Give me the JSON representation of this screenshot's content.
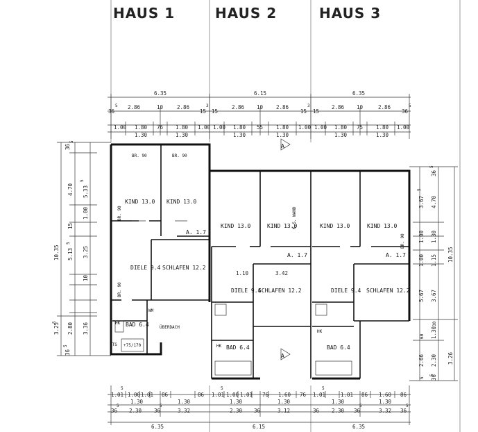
{
  "houses": [
    "HAUS 1",
    "HAUS 2",
    "HAUS 3"
  ],
  "top_dims": {
    "overall": [
      "6.35",
      "6.15",
      "6.35"
    ],
    "row2": [
      "36",
      "5",
      "2.86",
      "10",
      "2.86",
      "15",
      "3",
      "15",
      "2.86",
      "10",
      "2.86",
      "15",
      "3",
      "15",
      "2.86",
      "10",
      "2.86",
      "36",
      "5"
    ],
    "row3": [
      "1.00",
      "1.80",
      "76",
      "1.80",
      "1.00",
      "1.00",
      "1.80",
      "55",
      "1.80",
      "1.00",
      "1.00",
      "1.80",
      "75",
      "1.80",
      "1.00"
    ],
    "row4": [
      "1.30",
      "1.30",
      "1.30",
      "1.30",
      "1.30",
      "1.30"
    ]
  },
  "bottom_dims": {
    "row1": [
      "1.01",
      "5",
      "1.00",
      "1.01",
      "86",
      "86",
      "1.01",
      "5",
      "1.00",
      "1.01",
      "76",
      "1.60",
      "76",
      "1.01",
      "5",
      "1.01",
      "86",
      "1.60",
      "86"
    ],
    "row2": [
      "1.30",
      "1.30",
      "1.30",
      "1.30",
      "1.30",
      "1.30"
    ],
    "row3": [
      "36",
      "5",
      "2.30",
      "36",
      "5",
      "3.32",
      "2.30",
      "36",
      "3.12",
      "36",
      "2.30",
      "36",
      "5",
      "3.32",
      "36",
      "5"
    ],
    "overall": [
      "6.35",
      "6.15",
      "6.35"
    ]
  },
  "left_dims": [
    "36",
    "5",
    "4.70",
    "5.33",
    "5",
    "15",
    "10.35",
    "5.13",
    "5",
    "3.25",
    "10",
    "1.00",
    "3.25",
    "5",
    "2.80",
    "3.36",
    "36",
    "5"
  ],
  "right_dims": [
    "36",
    "5",
    "3.67",
    "5",
    "4.70",
    "1.00",
    "1.30",
    "10.35",
    "1.00",
    "1.15",
    "5.67",
    "3.67",
    "30",
    "60",
    "1.30",
    "2.66",
    "2.30",
    "3.26",
    "5",
    "36",
    "5"
  ],
  "rooms": {
    "h1": {
      "br1": "BR. 90",
      "br2": "BR. 90",
      "kind1": "KIND 13.0",
      "kind2": "KIND 13.0",
      "br_left": "BR. 90",
      "a17": "A. 1.7",
      "diele": "DIELE 9.4",
      "schlafen": "SCHLAFEN 12.2",
      "br_bottom": "BR. 90",
      "bad": "BAD 6.4",
      "ueberdach": "ÜBERDACH",
      "tub": "+75/170",
      "hk": "HK",
      "wm": "WM",
      "sts": "STS"
    },
    "h2": {
      "kind1": "KIND 13.0",
      "kind2": "KIND 13.0",
      "wand": "K.S. WAND",
      "a17": "A. 1.7",
      "diele": "DIELE 9.4",
      "schlafen": "SCHLAFEN 12.2",
      "dim_110": "1.10",
      "dim_342": "3.42",
      "bad": "BAD 6.4",
      "hk": "HK"
    },
    "h3": {
      "kind1": "KIND 13.0",
      "kind2": "KIND 13.0",
      "br": "BR. 90",
      "a17": "A. 1.7",
      "diele": "DIELE 9.4",
      "schlafen": "SCHLAFEN 12.2",
      "bad": "BAD 6.4",
      "hk": "HK"
    }
  },
  "section_marks": [
    "A",
    "A"
  ]
}
